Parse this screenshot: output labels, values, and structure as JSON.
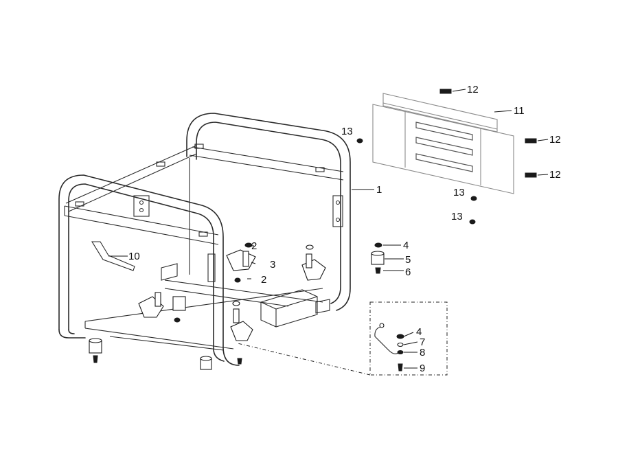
{
  "callouts": [
    {
      "id": "c1",
      "label": "1"
    },
    {
      "id": "c2a",
      "label": "2"
    },
    {
      "id": "c2b",
      "label": "2"
    },
    {
      "id": "c3",
      "label": "3"
    },
    {
      "id": "c4a",
      "label": "4"
    },
    {
      "id": "c5",
      "label": "5"
    },
    {
      "id": "c6",
      "label": "6"
    },
    {
      "id": "c4b",
      "label": "4"
    },
    {
      "id": "c7",
      "label": "7"
    },
    {
      "id": "c8",
      "label": "8"
    },
    {
      "id": "c9",
      "label": "9"
    },
    {
      "id": "c10",
      "label": "10"
    },
    {
      "id": "c11",
      "label": "11"
    },
    {
      "id": "c12a",
      "label": "12"
    },
    {
      "id": "c12b",
      "label": "12"
    },
    {
      "id": "c12c",
      "label": "12"
    },
    {
      "id": "c13a",
      "label": "13"
    },
    {
      "id": "c13b",
      "label": "13"
    },
    {
      "id": "c13c",
      "label": "13"
    }
  ],
  "colors": {
    "line": "#2a2a2a",
    "panel_line": "#8a8a8a",
    "background": "#ffffff"
  }
}
